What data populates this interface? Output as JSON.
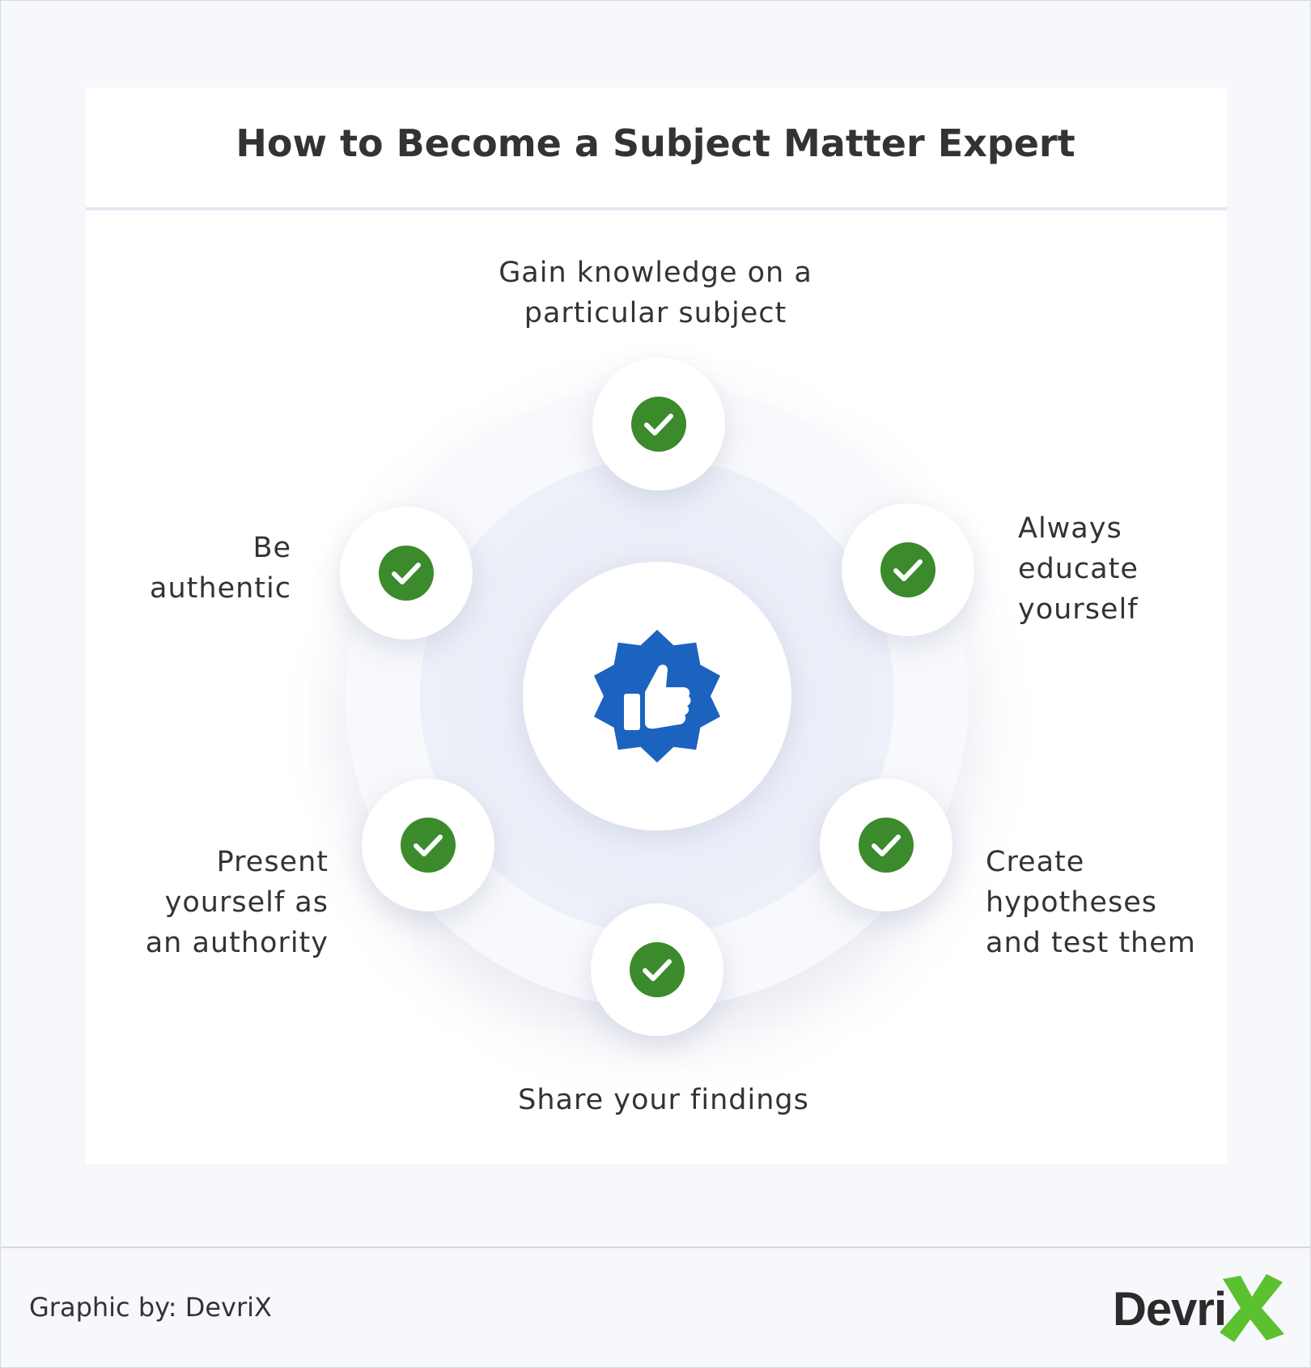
{
  "title": "How to Become a Subject Matter Expert",
  "steps": [
    {
      "label": "Gain knowledge on a\nparticular subject"
    },
    {
      "label": "Always\neducate\nyourself"
    },
    {
      "label": "Create\nhypotheses\nand test them"
    },
    {
      "label": "Share your findings"
    },
    {
      "label": "Present\nyourself as\nan authority"
    },
    {
      "label": "Be\nauthentic"
    }
  ],
  "center_icon": "thumbs-up-badge-icon",
  "step_icon": "checkmark-icon",
  "footer": {
    "credit": "Graphic by: DevriX",
    "logo_text": "Devri"
  },
  "colors": {
    "check_green": "#3b8a2b",
    "badge_blue": "#1b63bf",
    "logo_green": "#5cc12f",
    "text": "#333333"
  }
}
